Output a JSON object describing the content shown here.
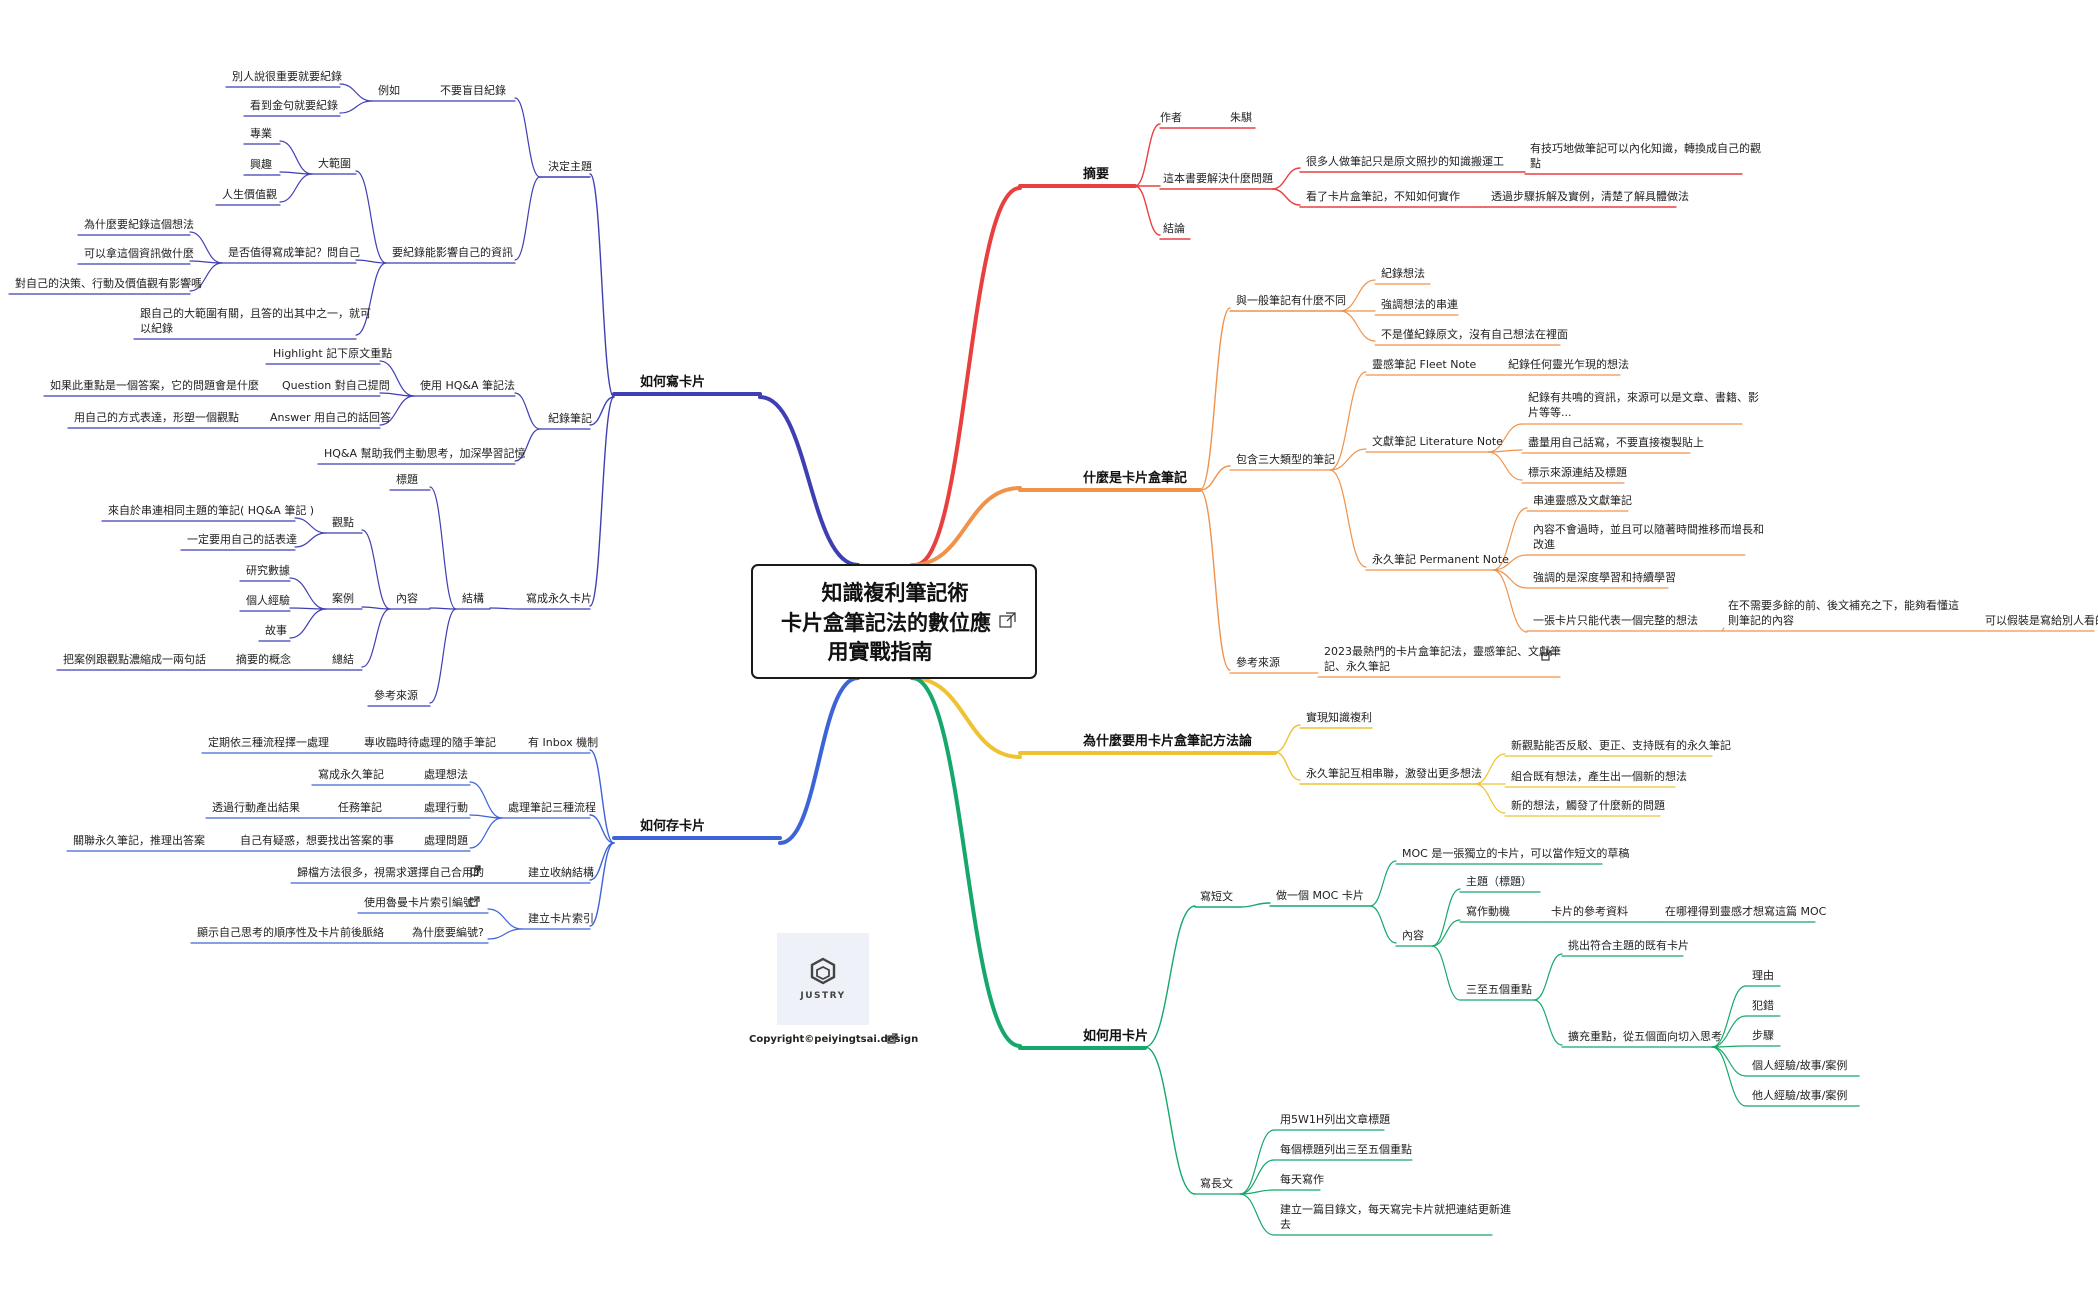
{
  "center": {
    "lines": [
      "知識複利筆記術",
      "卡片盒筆記法的數位應",
      "用實戰指南"
    ],
    "link_icon": "external-link-icon"
  },
  "logo": {
    "text": "JUSTRY",
    "icon": "cube-logo-icon"
  },
  "copyright": "Copyright©peiyingtsai.design",
  "colors": {
    "red": "#e8403e",
    "orange": "#f0924a",
    "yellow": "#eec230",
    "green": "#16a86b",
    "indigo": "#3f3fb4",
    "blue": "#3d63d8",
    "logo_bg": "#eef2f8"
  },
  "branches": {
    "summary": {
      "label": "摘要",
      "author": "作者",
      "author_name": "朱騏",
      "problem": "這本書要解決什麼問題",
      "p1": "很多人做筆記只是原文照抄的知識搬運工",
      "p1a_1": "有技巧地做筆記可以內化知識，轉換成自己的觀",
      "p1a_2": "點",
      "p2": "看了卡片盒筆記，不知如何實作",
      "p2a": "透過步驟拆解及實例，清楚了解具體做法",
      "conclusion": "結論"
    },
    "what": {
      "label": "什麼是卡片盒筆記",
      "diff": "與一般筆記有什麼不同",
      "d1": "紀錄想法",
      "d2": "強調想法的串連",
      "d3": "不是僅紀錄原文，沒有自己想法在裡面",
      "types": "包含三大類型的筆記",
      "fleet": "靈感筆記 Fleet Note",
      "fleet1": "紀錄任何靈光乍現的想法",
      "lit": "文獻筆記 Literature Note",
      "lit1_1": "紀錄有共鳴的資訊，來源可以是文章、書籍、影",
      "lit1_2": "片等等...",
      "lit2": "盡量用自己話寫，不要直接複製貼上",
      "lit3": "標示來源連結及標題",
      "perm": "永久筆記 Permanent Note",
      "perm1": "串連靈感及文獻筆記",
      "perm2_1": "內容不會過時，並且可以隨著時間推移而增長和",
      "perm2_2": "改進",
      "perm3": "強調的是深度學習和持續學習",
      "perm4": "一張卡片只能代表一個完整的想法",
      "perm4a_1": "在不需要多餘的前、後文補充之下，能夠看懂這",
      "perm4a_2": "則筆記的內容",
      "perm4b": "可以假裝是寫給別人看的",
      "ref": "參考來源",
      "ref1_1": "2023最熱門的卡片盒筆記法，靈感筆記、文獻筆",
      "ref1_2": "記、永久筆記"
    },
    "why": {
      "label": "為什麼要用卡片盒筆記方法論",
      "w1": "實現知識複利",
      "w2": "永久筆記互相串聯，激發出更多想法",
      "w2a": "新觀點能否反駁、更正、支持既有的永久筆記",
      "w2b": "組合既有想法，產生出一個新的想法",
      "w2c": "新的想法，觸發了什麼新的問題"
    },
    "use": {
      "label": "如何用卡片",
      "short": "寫短文",
      "moc": "做一個 MOC 卡片",
      "moc1": "MOC 是一張獨立的卡片，可以當作短文的草稿",
      "content": "內容",
      "topic": "主題（標題）",
      "motive": "寫作動機",
      "motive1": "卡片的參考資料",
      "motive2": "在哪裡得到靈感才想寫這篇 MOC",
      "keys": "三至五個重點",
      "keys1": "挑出符合主題的既有卡片",
      "keys2": "擴充重點，從五個面向切入思考",
      "k1": "理由",
      "k2": "犯錯",
      "k3": "步驟",
      "k4": "個人經驗/故事/案例",
      "k5": "他人經驗/故事/案例",
      "long": "寫長文",
      "l1": "用5W1H列出文章標題",
      "l2": "每個標題列出三至五個重點",
      "l3": "每天寫作",
      "l4_1": "建立一篇目錄文，每天寫完卡片就把連結更新進",
      "l4_2": "去"
    },
    "write": {
      "label": "如何寫卡片",
      "topic": "決定主題",
      "blind": "不要盲目紀錄",
      "eg": "例如",
      "eg1": "別人說很重要就要紀錄",
      "eg2": "看到金句就要紀錄",
      "influence": "要紀錄能影響自己的資訊",
      "broad": "大範圍",
      "b1": "專業",
      "b2": "興趣",
      "b3": "人生價值觀",
      "worth": "是否值得寫成筆記？問自己",
      "q1": "為什麼要紀錄這個想法",
      "q2": "可以拿這個資訊做什麼",
      "q3": "對自己的決策、行動及價值觀有影響嗎",
      "broad2_1": "跟自己的大範圍有關，且答的出其中之一，就可",
      "broad2_2": "以紀錄",
      "record": "紀錄筆記",
      "hqa": "使用 HQ&A 筆記法",
      "h": "Highlight 記下原文重點",
      "q": "Question 對自己提問",
      "qa": "如果此重點是一個答案，它的問題會是什麼",
      "a": "Answer 用自己的話回答",
      "aa": "用自己的方式表達，形塑一個觀點",
      "hqa2": "HQ&A 幫助我們主動思考，加深學習記憶",
      "perm": "寫成永久卡片",
      "struct": "結構",
      "title": "標題",
      "content": "內容",
      "view": "觀點",
      "v1": "來自於串連相同主題的筆記( HQ&A 筆記 )",
      "v2": "一定要用自己的話表達",
      "case": "案例",
      "c1": "研究數據",
      "c2": "個人經驗",
      "c3": "故事",
      "sum": "總結",
      "sum1": "摘要的概念",
      "sum2": "把案例跟觀點濃縮成一兩句話",
      "ref": "參考來源"
    },
    "store": {
      "label": "如何存卡片",
      "inbox": "有 Inbox 機制",
      "inbox1": "專收臨時待處理的隨手筆記",
      "inbox2": "定期依三種流程擇一處理",
      "flow": "處理筆記三種流程",
      "f1": "處理想法",
      "f1a": "寫成永久筆記",
      "f2": "處理行動",
      "f2a": "任務筆記",
      "f2b": "透過行動產出結果",
      "f3": "處理問題",
      "f3a": "自己有疑惑，想要找出答案的事",
      "f3b": "關聯永久筆記，推理出答案",
      "nest": "建立收納結構",
      "nest1": "歸檔方法很多，視需求選擇自己合用的",
      "index": "建立卡片索引",
      "idx1": "使用魯曼卡片索引編號",
      "idx2": "為什麼要編號?",
      "idx3": "顯示自己思考的順序性及卡片前後脈絡"
    }
  }
}
